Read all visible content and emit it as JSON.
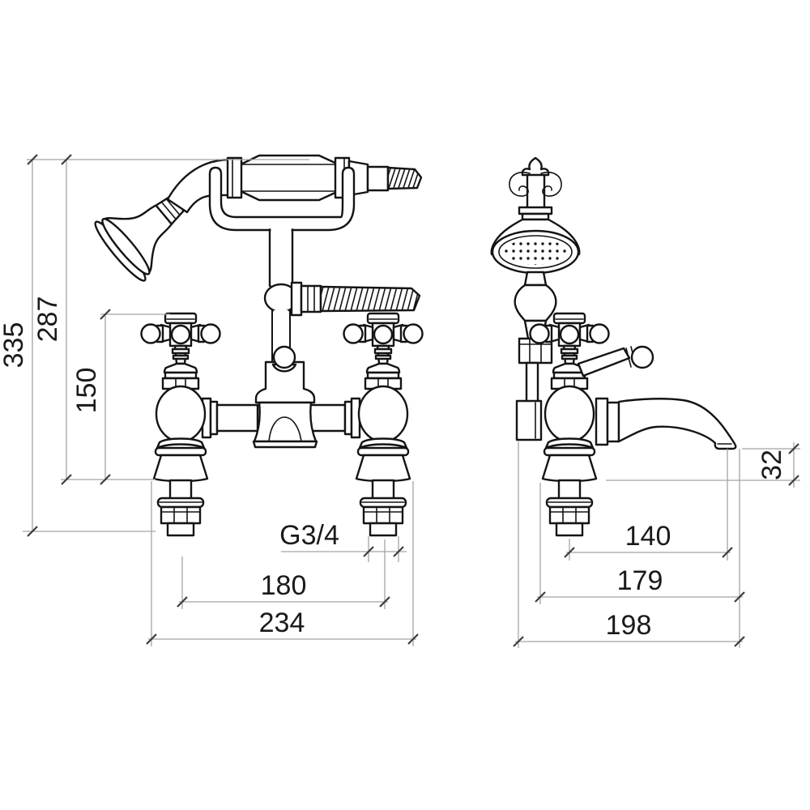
{
  "drawing_type": "bath-shower-mixer-technical-drawing",
  "dimensions": {
    "front": {
      "total_height": "335",
      "deck_to_handset_top": "287",
      "deck_to_handle_top": "150",
      "thread_size": "G3/4",
      "tap_centres": "180",
      "overall_width": "234"
    },
    "side": {
      "spout_to_deck": "32",
      "spout_reach": "140",
      "body_projection": "179",
      "overall_depth": "198"
    }
  },
  "colors": {
    "object_line": "#141414",
    "dimension_line": "#a3a3a3",
    "tick_mark": "#3c3c3c",
    "text": "#1a1a1a",
    "background": "#ffffff"
  }
}
